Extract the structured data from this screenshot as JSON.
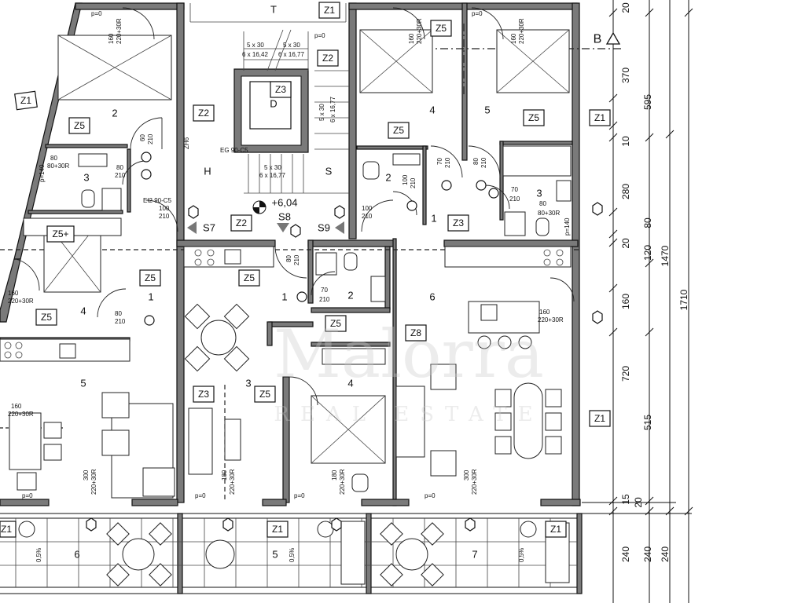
{
  "title": "",
  "labels": {
    "tags": [
      "Z1",
      "Z2",
      "Z3",
      "Z5",
      "Z5+",
      "Z8"
    ],
    "stairs": [
      "T",
      "H",
      "S",
      "D",
      "S7",
      "S8",
      "S9"
    ],
    "level": "+6,04",
    "section": "B",
    "rooms": {
      "upper_left": [
        "2",
        "3",
        "4",
        "5",
        "1",
        "6"
      ],
      "upper_right": [
        "4",
        "5",
        "2",
        "3",
        "1",
        "6"
      ],
      "middle": [
        "1",
        "2",
        "3",
        "4",
        "5",
        "7"
      ]
    },
    "stair_notes": [
      "5 x 30",
      "6 x 16,42",
      "6 x 16,77",
      "5 x 30",
      "6 x 16,77",
      "5 x 30",
      "6 x 16,77"
    ],
    "door_notes": [
      "80",
      "210",
      "70",
      "210",
      "100",
      "210",
      "100",
      "210",
      "70",
      "210",
      "80",
      "210",
      "80",
      "210",
      "70",
      "210",
      "160",
      "220+30R",
      "180",
      "220+30R",
      "300",
      "220+30R",
      "300",
      "220+30R",
      "160",
      "220+30R",
      "80",
      "80+30R",
      "p=0",
      "p=140",
      "ZH6",
      "EG 90-C5",
      "EI2 90-C5",
      "60",
      "210"
    ],
    "slope": "0,5%"
  },
  "dimensions": {
    "vertical_col1": [
      "20",
      "370",
      "10",
      "280",
      "80",
      "20",
      "160",
      "720",
      "15",
      "20",
      "240"
    ],
    "vertical_col2": [
      "595",
      "120",
      "515",
      "240"
    ],
    "vertical_col3": [
      "1470",
      "1710"
    ]
  },
  "watermark": {
    "brand": "Malorra",
    "sub": "REAL ESTATE"
  }
}
